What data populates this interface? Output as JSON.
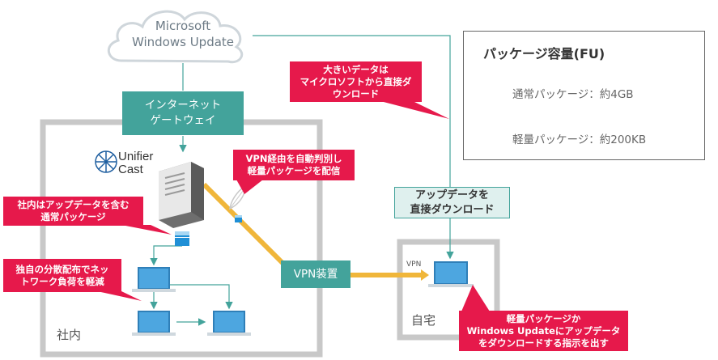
{
  "cloud": {
    "text": "Microsoft\nWindows Update"
  },
  "internet_gateway": {
    "label": "インターネット\nゲートウェイ"
  },
  "vpn_device": {
    "label": "VPN装置"
  },
  "logo": {
    "text": "Unifier\nCast"
  },
  "download_box": {
    "label": "アップデータを\n直接ダウンロード"
  },
  "zones": {
    "office": "社内",
    "home": "自宅"
  },
  "vpn_small_label": "VPN",
  "callouts": {
    "large_data": "大きいデータは\nマイクロソフトから直接ダ\nウンロード",
    "vpn_auto": "VPN経由を自動判別し\n軽量パッケージを配信",
    "office_normal": "社内はアップデータを含む\n通常パッケージ",
    "distributed": "独自の分散配布でネッ\nトワーク負荷を軽減",
    "light_instruction": "軽量パッケージか\nWindows Updateにアップデータ\nをダウンロードする指示を出す"
  },
  "legend": {
    "title": "パッケージ容量(FU)",
    "normal": "通常パッケージ：約4GB",
    "light": "軽量パッケージ：約200KB"
  },
  "colors": {
    "teal": "#43a39b",
    "callout_red": "#e6194b",
    "zone_gray": "#c8c8c8",
    "vpn_line": "#f0b63a",
    "laptop_blue": "#4da6e0"
  },
  "icons": [
    "cloud-icon",
    "server-icon",
    "laptop-icon",
    "package-icon",
    "feather-icon",
    "unifier-logo-icon"
  ]
}
